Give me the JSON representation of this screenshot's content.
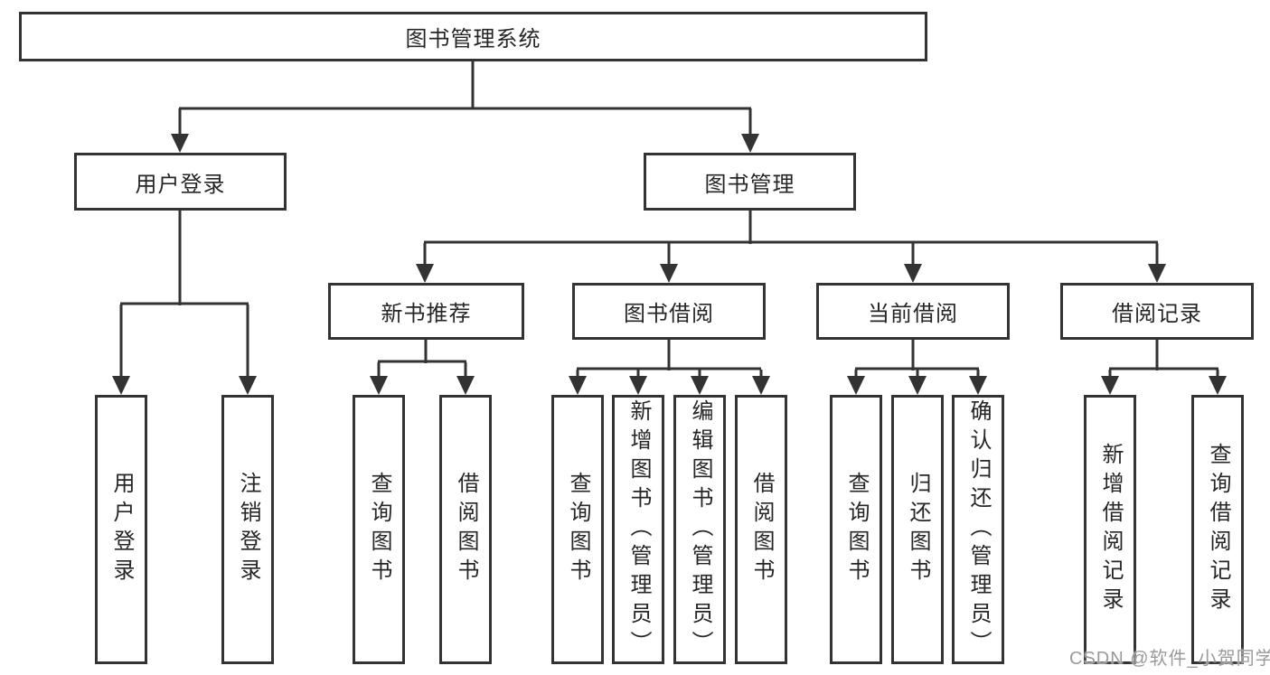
{
  "diagram_title": "图书管理系统",
  "colors": {
    "line": "#333333",
    "box_border": "#333333",
    "box_bg": "#ffffff",
    "text": "#262626",
    "watermark": "#9a9a9a"
  },
  "watermark": {
    "text": "CSDN @软件_小贺同学"
  },
  "tree": {
    "label": "图书管理系统",
    "children": [
      {
        "label": "用户登录",
        "children": [
          {
            "label": "用户登录"
          },
          {
            "label": "注销登录"
          }
        ]
      },
      {
        "label": "图书管理",
        "children": [
          {
            "label": "新书推荐",
            "children": [
              {
                "label": "查询图书"
              },
              {
                "label": "借阅图书"
              }
            ]
          },
          {
            "label": "图书借阅",
            "children": [
              {
                "label": "查询图书"
              },
              {
                "label": "新增图书（管理员）"
              },
              {
                "label": "编辑图书（管理员）"
              },
              {
                "label": "借阅图书"
              }
            ]
          },
          {
            "label": "当前借阅",
            "children": [
              {
                "label": "查询图书"
              },
              {
                "label": "归还图书"
              },
              {
                "label": "确认归还（管理员）"
              }
            ]
          },
          {
            "label": "借阅记录",
            "children": [
              {
                "label": "新增借阅记录"
              },
              {
                "label": "查询借阅记录"
              }
            ]
          }
        ]
      }
    ]
  }
}
